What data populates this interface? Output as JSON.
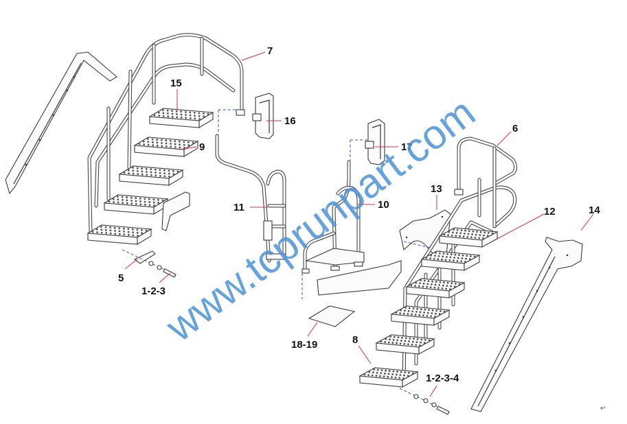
{
  "callouts": {
    "c7": "7",
    "c15": "15",
    "c16": "16",
    "c9": "9",
    "c17": "17",
    "c6": "6",
    "c13": "13",
    "c11": "11",
    "c10": "10",
    "c12": "12",
    "c14": "14",
    "c5": "5",
    "c123": "1-2-3",
    "c1819": "18-19",
    "c8": "8",
    "c1234": "1-2-3-4"
  },
  "watermark": "www.tcprunpart.com",
  "colors": {
    "leader": "#e0274b",
    "watermark": "#4c93d6",
    "dashed_link": "#3b4fd0"
  },
  "end_mark": "↵"
}
